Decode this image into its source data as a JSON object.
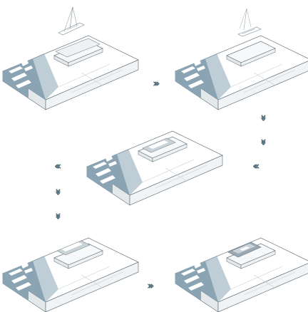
{
  "colors": {
    "slab_top": "#ffffff",
    "slab_edge": "#e9edf0",
    "slab_outline": "#6c7a82",
    "ground": "#8aa4b4",
    "ground_dark": "#6f8a9b",
    "water": "#f6f8f9",
    "arrow": "#4f6b78",
    "boat": "#c9d3d8",
    "boat_dark": "#9aa9b1"
  },
  "panels": [
    {
      "step": 1,
      "boat": "sailboat-above"
    },
    {
      "step": 2,
      "boat": "sailboat-lowering"
    },
    {
      "step": 3,
      "boat": "boat-in-dock"
    },
    {
      "step": 4,
      "boat": "boat-in-dock"
    },
    {
      "step": 5,
      "boat": "boat-lowered"
    }
  ],
  "arrows": [
    {
      "name": "arrow-right-1",
      "direction": "right"
    },
    {
      "name": "arrow-down-1",
      "direction": "down"
    },
    {
      "name": "arrow-down-2",
      "direction": "down"
    },
    {
      "name": "arrow-left-1",
      "direction": "left"
    },
    {
      "name": "arrow-left-2",
      "direction": "left"
    },
    {
      "name": "arrow-down-3",
      "direction": "down"
    },
    {
      "name": "arrow-down-4",
      "direction": "down"
    },
    {
      "name": "arrow-right-2",
      "direction": "right"
    }
  ],
  "arrow_glyphs": {
    "right": "›››",
    "left": "‹‹‹",
    "down": "›››"
  }
}
